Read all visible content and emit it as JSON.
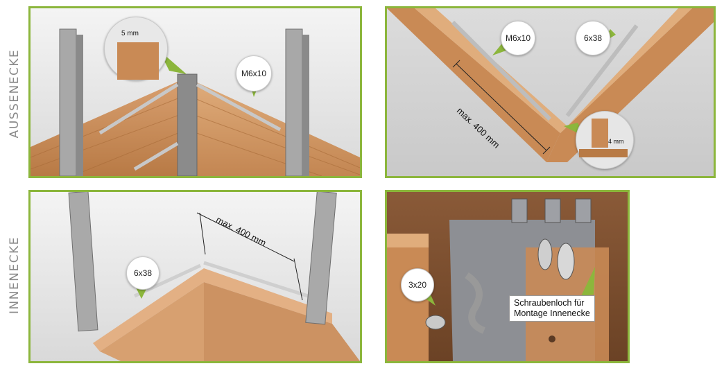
{
  "labels": {
    "outer_corner": "AUSSENECKE",
    "inner_corner": "INNENECKE"
  },
  "panels": {
    "top_left": {
      "zoom_label": "5 mm",
      "screw_label": "M6x10"
    },
    "top_right": {
      "screw_label_1": "M6x10",
      "screw_label_2": "6x38",
      "distance_label": "max. 400 mm",
      "zoom_label": "4 mm"
    },
    "bottom_left": {
      "distance_label": "max. 400 mm",
      "screw_label": "6x38"
    },
    "bottom_right": {
      "screw_label": "3x20",
      "hole_label_line1": "Schraubenloch für",
      "hole_label_line2": "Montage Innenecke"
    }
  },
  "colors": {
    "frame_green": "#8cb63c",
    "wood": "#c98a55",
    "metal": "#9a9a9a"
  }
}
